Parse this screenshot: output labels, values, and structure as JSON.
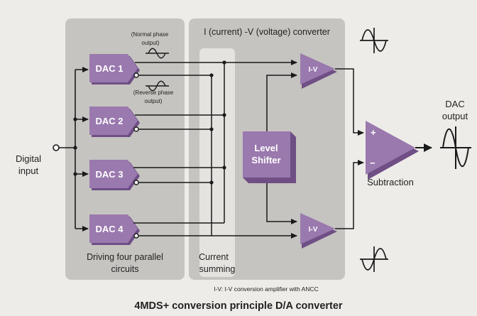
{
  "diagram": {
    "title": "4MDS+ conversion principle D/A converter",
    "footnote": "I-V: I-V conversion amplifier with ANCC",
    "input_label": [
      "Digital",
      "input"
    ],
    "output_label": [
      "DAC",
      "output"
    ],
    "dac_section_caption": [
      "Driving four parallel",
      "circuits"
    ],
    "iv_section_title": "I (current) -V (voltage) converter",
    "current_summing_caption": [
      "Current",
      "summing"
    ],
    "dacs": [
      "DAC 1",
      "DAC 2",
      "DAC 3",
      "DAC 4"
    ],
    "normal_phase_note": [
      "(Normal phase",
      "output)"
    ],
    "reverse_phase_note": [
      "(Reverse phase",
      "output)"
    ],
    "iv_amp_label": "I-V",
    "level_shifter_label": [
      "Level",
      "Shifter"
    ],
    "subtraction_label": "Subtraction",
    "plus_sign": "+",
    "minus_sign": "−"
  },
  "colors": {
    "background": "#eeece8",
    "panel": "#c5c4c0",
    "summing_bar": "#e4e3df",
    "block_purple": "#9a79ae",
    "block_purple_dark": "#6f4f86",
    "wire": "#1a1a1a"
  },
  "icons": [
    "normal-phase-wave-icon",
    "reverse-phase-wave-icon",
    "sine-wave-icon",
    "inverted-sine-wave-icon",
    "output-sine-wave-icon",
    "input-terminal-icon"
  ]
}
